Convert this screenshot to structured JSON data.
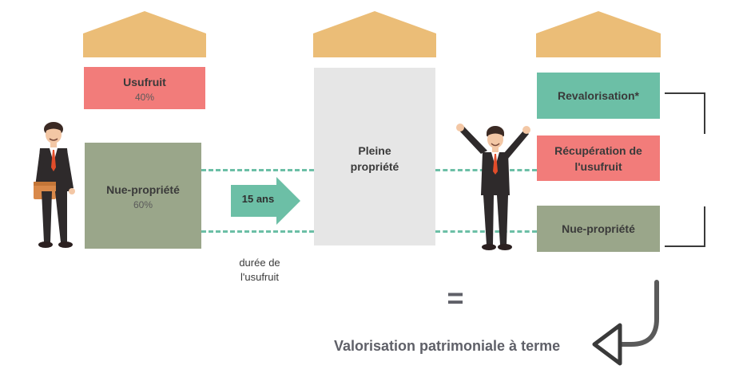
{
  "colors": {
    "roof": "#ebbd77",
    "usufruit": "#f27c7a",
    "nue_propriete": "#9aa68a",
    "pleine_propriete": "#e6e6e6",
    "revalorisation": "#6cbfa6",
    "arrow": "#6cbfa6",
    "dashes": "#6cbfa6",
    "result_text": "#5f6068"
  },
  "left": {
    "usufruit": {
      "label": "Usufruit",
      "percent": "40%"
    },
    "nue_propriete": {
      "label": "Nue-propriété",
      "percent": "60%"
    }
  },
  "middle": {
    "arrow_label": "15 ans",
    "duration_label_line1": "durée de",
    "duration_label_line2": "l'usufruit",
    "pleine_propriete_line1": "Pleine",
    "pleine_propriete_line2": "propriété"
  },
  "right": {
    "revalorisation": "Revalorisation*",
    "recuperation_line1": "Récupération de",
    "recuperation_line2": "l'usufruit",
    "nue_propriete": "Nue-propriété"
  },
  "result": {
    "equals": "=",
    "label": "Valorisation patrimoniale à terme"
  },
  "icons": {
    "left_person": "businessman-holding-folder-icon",
    "right_person": "businessman-celebrating-icon"
  }
}
